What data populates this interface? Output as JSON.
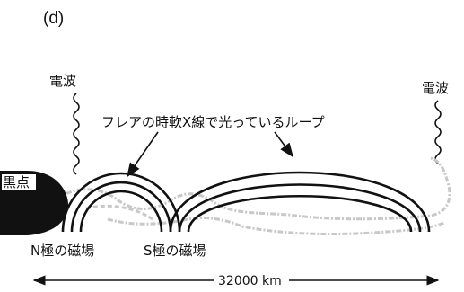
{
  "figure": {
    "panel_label": "(d)",
    "radio_left": "電波",
    "radio_right": "電波",
    "loop_caption": "フレアの時軟X線で光っているループ",
    "sunspot": "黒点",
    "n_field": "N極の磁場",
    "s_field": "S極の磁場",
    "scale": "32000 km"
  },
  "colors": {
    "ink": "#111111",
    "halo": "#c8c8c8"
  }
}
